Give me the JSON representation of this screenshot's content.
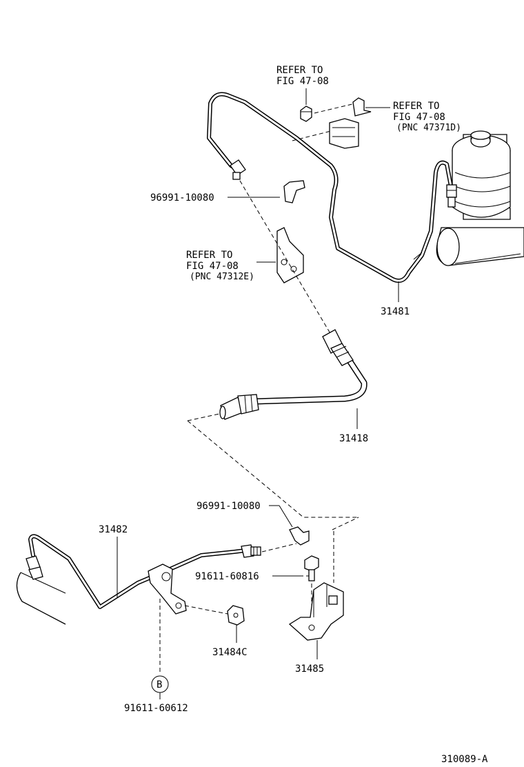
{
  "labels": {
    "refer_top_1": "REFER TO",
    "refer_top_2": "FIG 47-08",
    "refer_right_1": "REFER TO",
    "refer_right_2": "FIG 47-08",
    "refer_right_3": "(PNC 47371D)",
    "clip_upper": "96991-10080",
    "refer_mid_1": "REFER TO",
    "refer_mid_2": "FIG 47-08",
    "refer_mid_3": "(PNC 47312E)",
    "part_31481": "31481",
    "part_31418": "31418",
    "clip_lower": "96991-10080",
    "part_31482": "31482",
    "bolt_upper": "91611-60816",
    "part_31484c": "31484C",
    "part_31485": "31485",
    "circle_b": "B",
    "bolt_lower": "91611-60612",
    "figure_id": "310089-A"
  }
}
